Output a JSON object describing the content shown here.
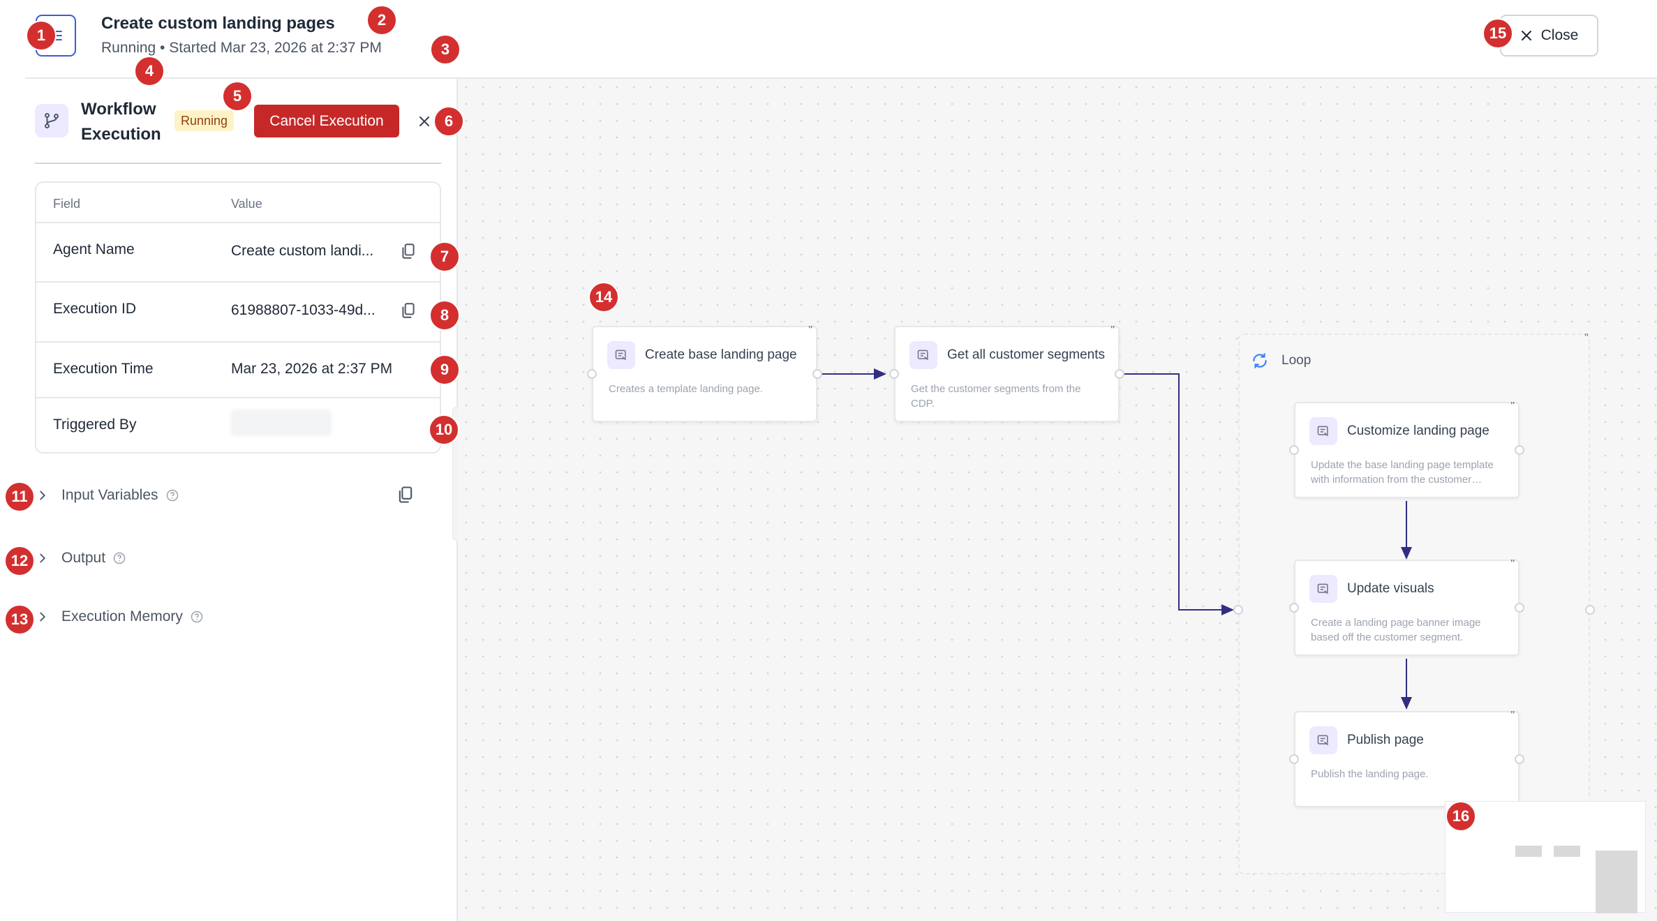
{
  "header": {
    "title": "Create custom landing pages",
    "status_line": "Running • Started Mar 23, 2026 at 2:37 PM",
    "close_label": "Close"
  },
  "panel": {
    "title": "Workflow Execution",
    "status_badge": "Running",
    "cancel_label": "Cancel Execution",
    "table": {
      "col_field": "Field",
      "col_value": "Value",
      "rows": [
        {
          "label": "Agent Name",
          "value": "Create custom landi..."
        },
        {
          "label": "Execution ID",
          "value": "61988807-1033-49d..."
        },
        {
          "label": "Execution Time",
          "value": "Mar 23, 2026 at 2:37 PM"
        },
        {
          "label": "Triggered By",
          "value": ""
        }
      ]
    },
    "sections": [
      {
        "label": "Input Variables"
      },
      {
        "label": "Output"
      },
      {
        "label": "Execution Memory"
      }
    ]
  },
  "canvas": {
    "nodes": [
      {
        "title": "Create base landing page",
        "desc": "Creates a template landing page."
      },
      {
        "title": "Get all customer segments",
        "desc": "Get the customer segments from the CDP."
      },
      {
        "title": "Customize landing page",
        "desc": "Update the base landing page template with information from the customer…"
      },
      {
        "title": "Update visuals",
        "desc": "Create a landing page banner image based off the customer segment."
      },
      {
        "title": "Publish page",
        "desc": "Publish the landing page."
      }
    ],
    "loop_label": "Loop",
    "grip_glyph": "\""
  },
  "annotations": [
    "1",
    "2",
    "3",
    "4",
    "5",
    "6",
    "7",
    "8",
    "9",
    "10",
    "11",
    "12",
    "13",
    "14",
    "15",
    "16"
  ],
  "colors": {
    "accent": "#3b5bdb",
    "danger": "#c62828",
    "badge": "#d32f2f",
    "running_bg": "#fef3c7",
    "running_fg": "#92400e",
    "node_icon_bg": "#ede9fe"
  },
  "icons": [
    "menu-icon",
    "close-icon",
    "workflow-icon",
    "copy-icon",
    "chevron-right-icon",
    "help-icon",
    "task-icon",
    "loop-icon"
  ]
}
